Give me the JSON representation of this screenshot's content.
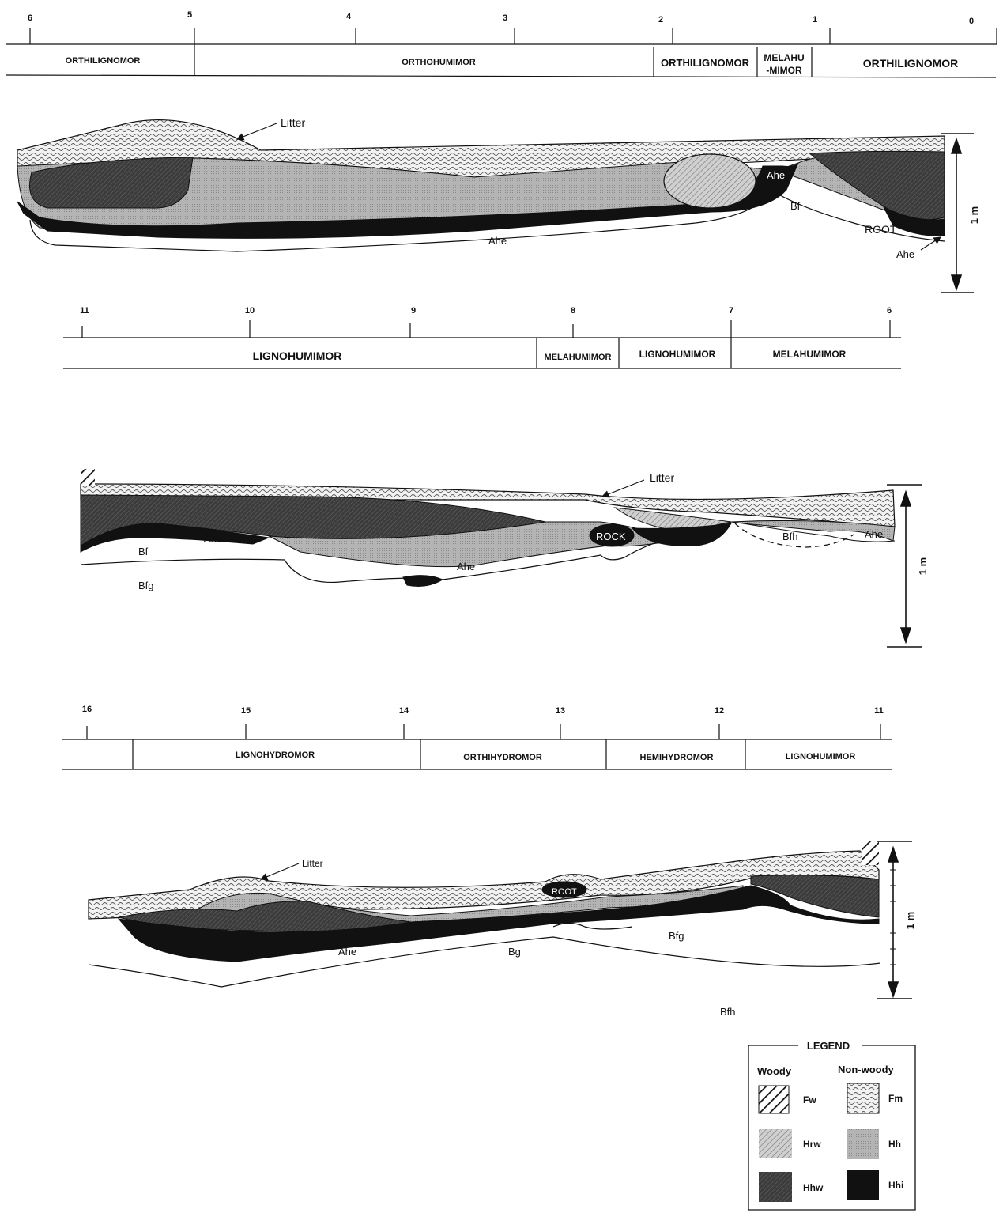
{
  "panels": [
    {
      "ticks": [
        "6",
        "5",
        "4",
        "3",
        "2",
        "1",
        "0"
      ],
      "classes": [
        "ORTHILIGNOMOR",
        "ORTHOHUMIMOR",
        "ORTHILIGNOMOR",
        "MELAHU",
        "-MIMOR",
        "ORTHILIGNOMOR"
      ],
      "labels": {
        "litter": "Litter",
        "ahe_a": "Ahe",
        "bf": "Bf",
        "root": "ROOT",
        "ahe_b": "Ahe",
        "ahe_c": "Ahe"
      },
      "scale_label": "1 m"
    },
    {
      "ticks": [
        "11",
        "10",
        "9",
        "8",
        "7",
        "6"
      ],
      "classes": [
        "LIGNOHUMIMOR",
        "MELAHUMIMOR",
        "LIGNOHUMIMOR",
        "MELAHUMIMOR"
      ],
      "labels": {
        "litter": "Litter",
        "ahe_a": "Ahe",
        "bf": "Bf",
        "bfg": "Bfg",
        "ahe_b": "Ahe",
        "rock": "ROCK",
        "bfh": "Bfh",
        "ahe_c": "Ahe"
      },
      "scale_label": "1 m"
    },
    {
      "ticks": [
        "16",
        "15",
        "14",
        "13",
        "12",
        "11"
      ],
      "classes": [
        "LIGNOHYDROMOR",
        "ORTHIHYDROMOR",
        "HEMIHYDROMOR",
        "LIGNOHUMIMOR"
      ],
      "labels": {
        "litter": "Litter",
        "root": "ROOT",
        "ahe_a": "Ahe",
        "ahe_b": "Ahe",
        "bg": "Bg",
        "bfg": "Bfg",
        "bfh": "Bfh"
      },
      "scale_label": "1 m"
    }
  ],
  "legend": {
    "title": "LEGEND",
    "woody_heading": "Woody",
    "nonwoody_heading": "Non-woody",
    "items": [
      "Fw",
      "Fm",
      "Hrw",
      "Hh",
      "Hhw",
      "Hhi"
    ]
  }
}
